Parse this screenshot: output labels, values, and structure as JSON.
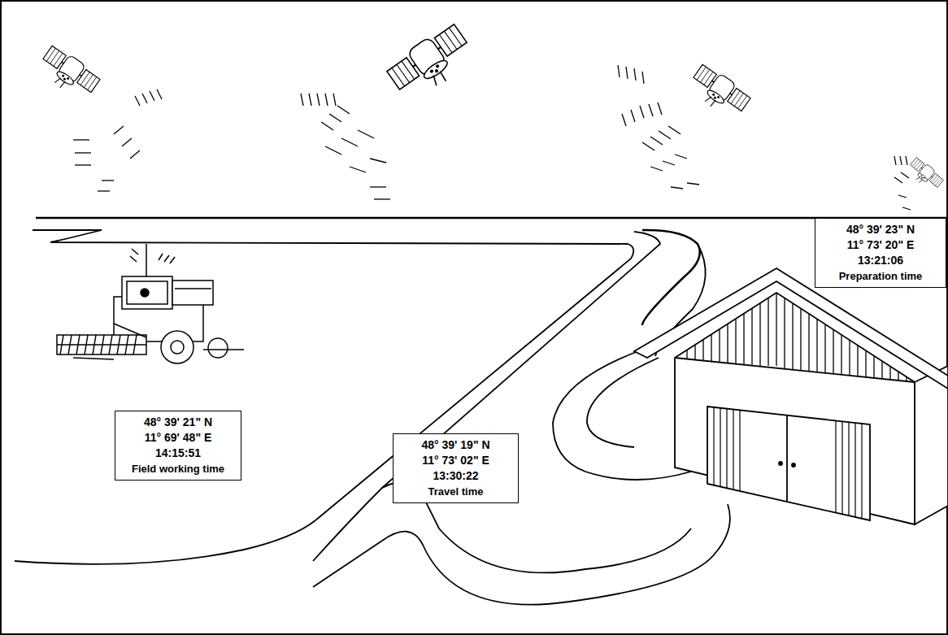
{
  "diagram": {
    "nodes": [
      {
        "text": [
          "48° 39' 23\" N",
          "11° 73' 20\" E",
          "13:21:06",
          "Preparation time"
        ]
      },
      {
        "text": [
          "48° 39' 21\" N",
          "11° 69' 48\" E",
          "14:15:51",
          "Field working time"
        ]
      },
      {
        "text": [
          "48° 39' 19\" N",
          "11° 73' 02\" E",
          "13:30:22",
          "Travel time"
        ]
      }
    ]
  }
}
